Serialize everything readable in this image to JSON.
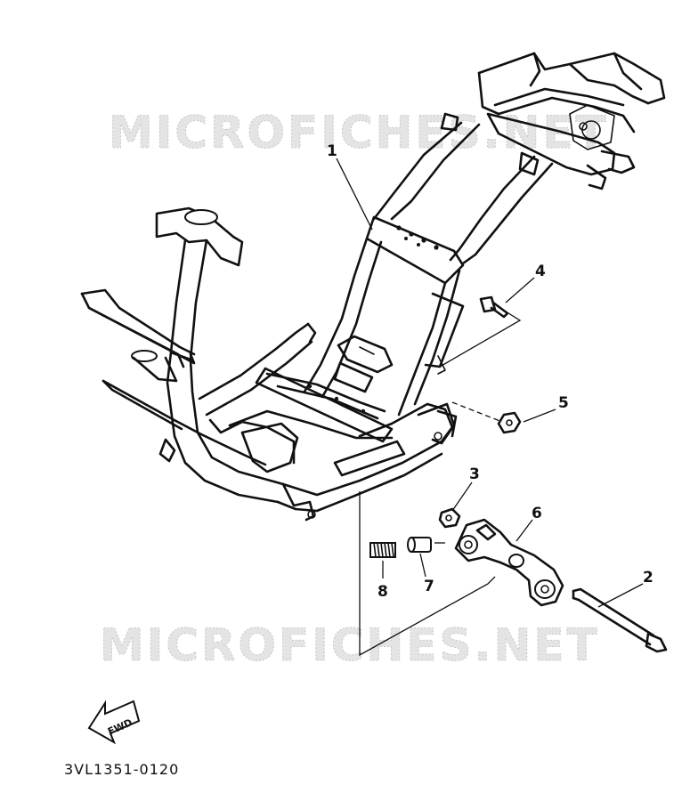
{
  "diagram": {
    "watermarks": [
      "MICROFICHES.NET",
      "MICROFICHES.NET"
    ],
    "callouts": [
      {
        "label": "1",
        "part": "frame"
      },
      {
        "label": "2",
        "part": "bolt"
      },
      {
        "label": "3",
        "part": "nut"
      },
      {
        "label": "4",
        "part": "bolt"
      },
      {
        "label": "5",
        "part": "nut"
      },
      {
        "label": "6",
        "part": "stand-bracket"
      },
      {
        "label": "7",
        "part": "collar"
      },
      {
        "label": "8",
        "part": "spring"
      }
    ],
    "fwd_label": "FWD",
    "diagram_code": "3VL1351-0120"
  }
}
